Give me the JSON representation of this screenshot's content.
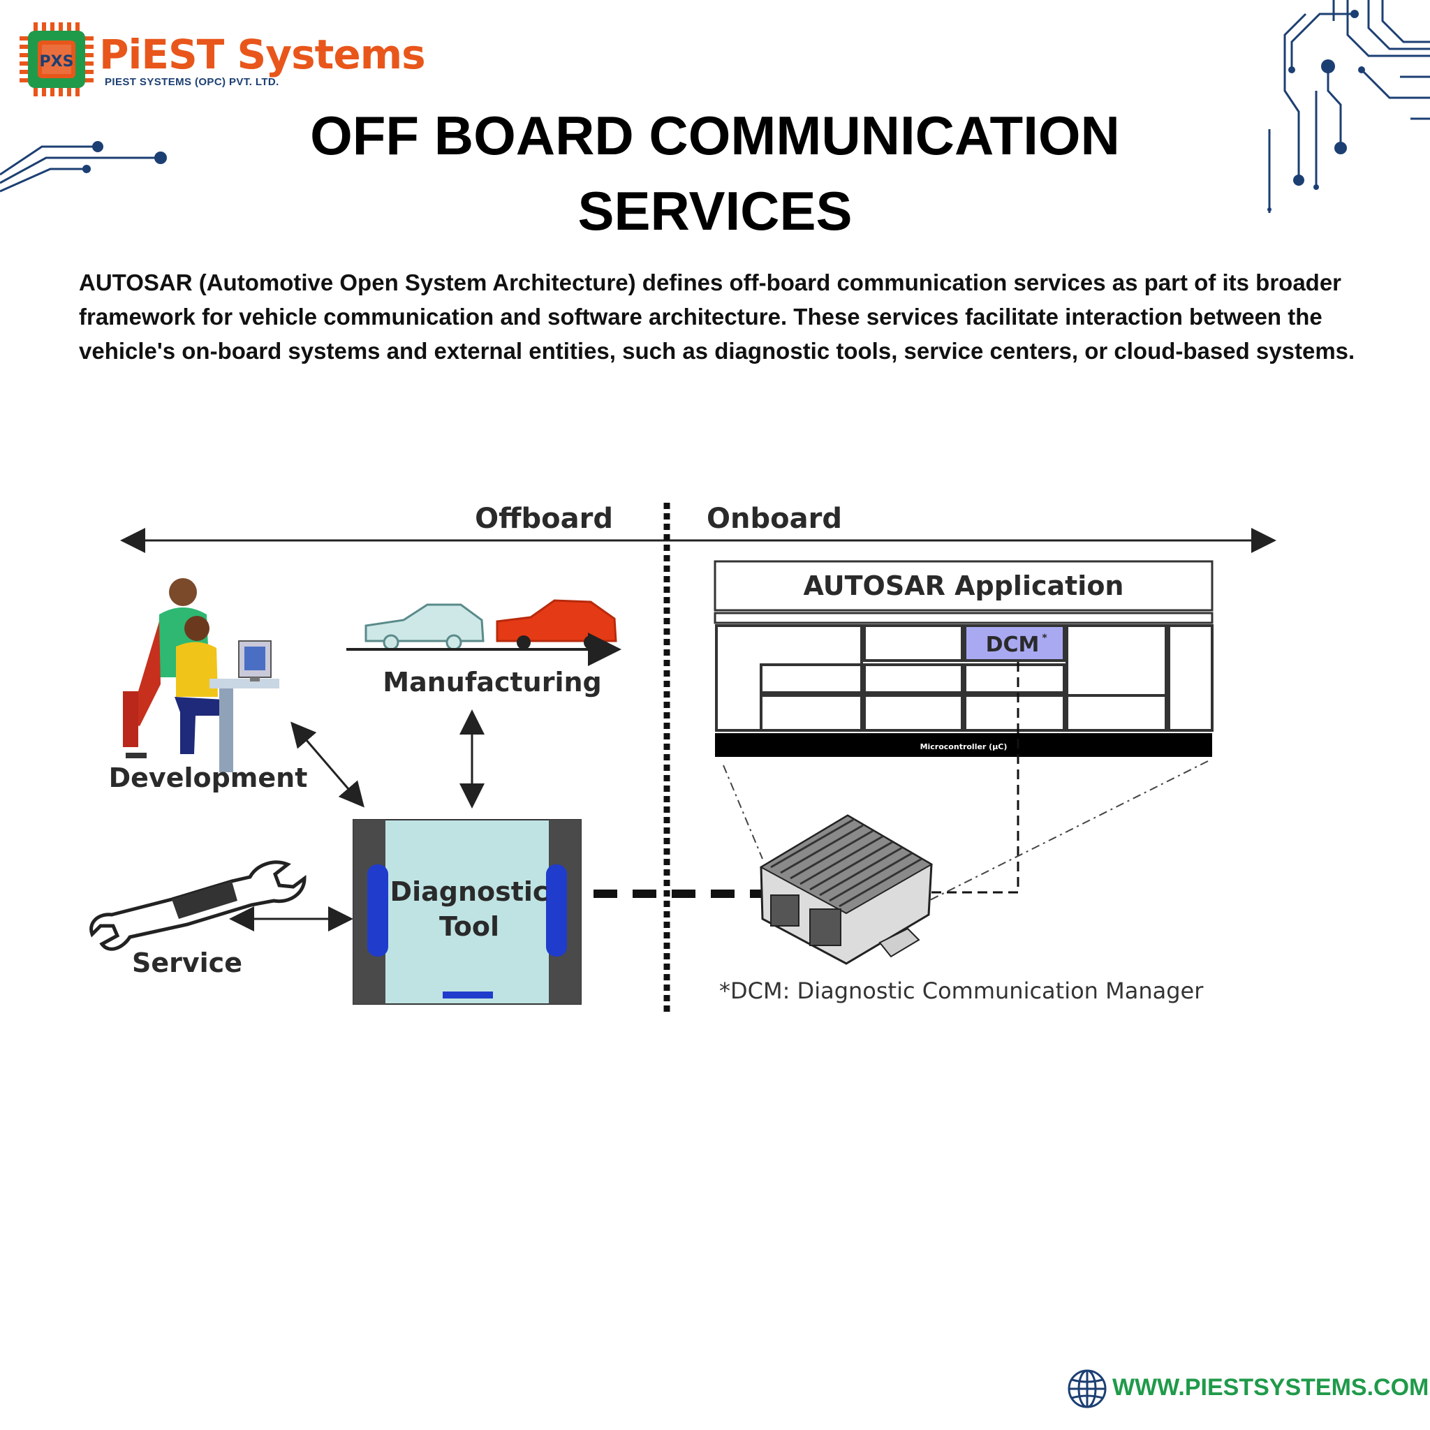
{
  "brand": {
    "name": "PiEST Systems",
    "subtitle": "PIEST SYSTEMS (OPC) PVT. LTD.",
    "logo_text": "PXS"
  },
  "title": {
    "line1": "OFF BOARD COMMUNICATION",
    "line2": "SERVICES"
  },
  "intro": "AUTOSAR (Automotive Open System Architecture) defines off-board communication services as part of its broader framework for vehicle communication and software architecture. These services facilitate interaction between the vehicle's on-board systems and external entities, such as diagnostic tools, service centers, or cloud-based systems.",
  "diagram": {
    "offboard": "Offboard",
    "onboard": "Onboard",
    "development": "Development",
    "manufacturing": "Manufacturing",
    "service": "Service",
    "diagnostic_tool_line1": "Diagnostic",
    "diagnostic_tool_line2": "Tool",
    "autosar_application": "AUTOSAR Application",
    "dcm": "DCM",
    "dcm_mark": "*",
    "microcontroller": "Microcontroller (µC)",
    "footnote": "*DCM: Diagnostic Communication Manager"
  },
  "colors": {
    "brand_orange": "#e8561b",
    "brand_green": "#1f9a4a",
    "brand_navy": "#1c3f73",
    "dcm_fill": "#a9a9f2",
    "tool_fill": "#bfe3e3",
    "tool_blue": "#1f3ccc"
  },
  "footer": {
    "website": "WWW.PIESTSYSTEMS.COM",
    "icon": "globe-icon"
  }
}
